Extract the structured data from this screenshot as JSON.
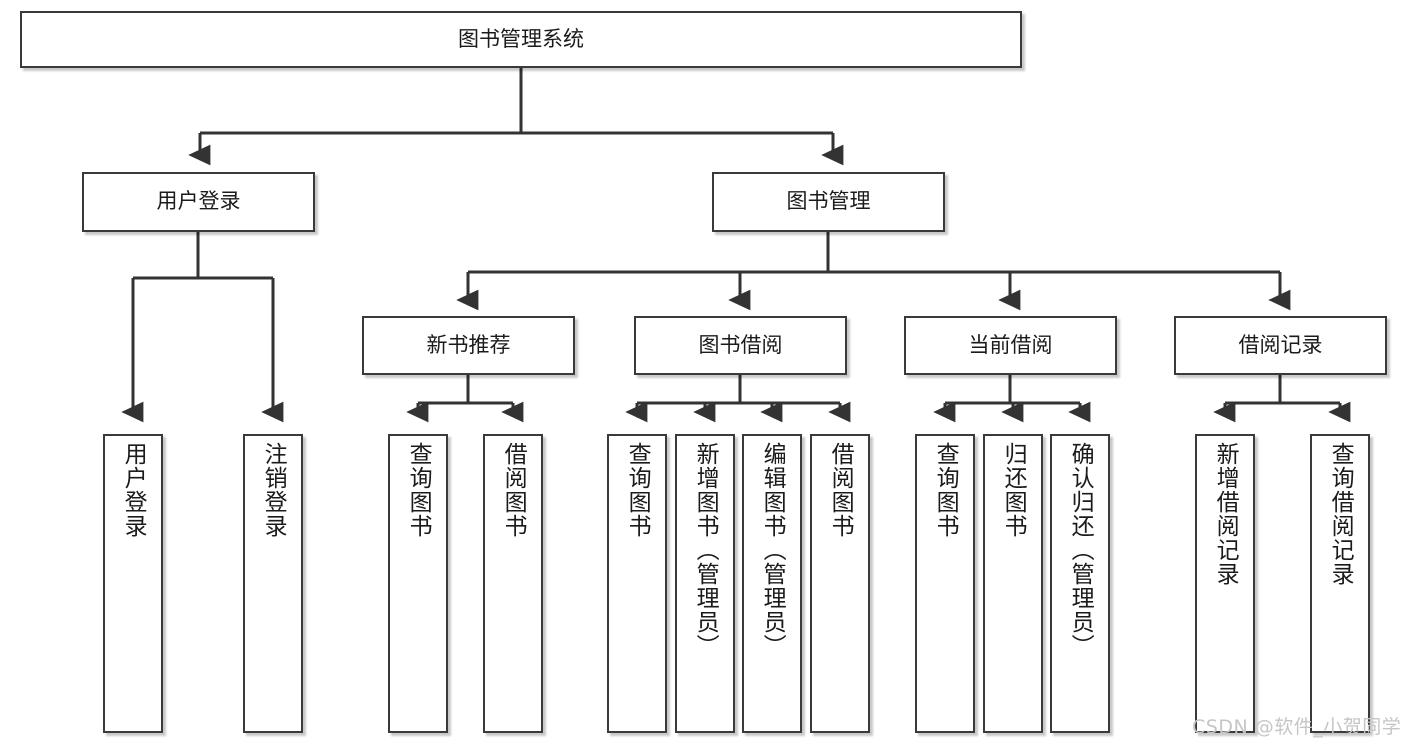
{
  "diagram": {
    "title": "图书管理系统",
    "watermark": "CSDN @软件_小贺同学",
    "colors": {
      "box_border": "#3a3a3a",
      "connector": "#333333",
      "background": "#ffffff",
      "text": "#1b1b1b",
      "watermark": "#c6c6c6"
    },
    "nodes": {
      "root": {
        "label": "图书管理系统"
      },
      "level2": [
        {
          "label": "用户登录"
        },
        {
          "label": "图书管理"
        }
      ],
      "level3": [
        {
          "label": "新书推荐"
        },
        {
          "label": "图书借阅"
        },
        {
          "label": "当前借阅"
        },
        {
          "label": "借阅记录"
        }
      ],
      "leaves": {
        "user_login": [
          {
            "label": "用户登录"
          },
          {
            "label": "注销登录"
          }
        ],
        "new_book": [
          {
            "label": "查询图书"
          },
          {
            "label": "借阅图书"
          }
        ],
        "book_borrow": [
          {
            "label": "查询图书"
          },
          {
            "label": "新增图书（管理员）"
          },
          {
            "label": "编辑图书（管理员）"
          },
          {
            "label": "借阅图书"
          }
        ],
        "current_borrow": [
          {
            "label": "查询图书"
          },
          {
            "label": "归还图书"
          },
          {
            "label": "确认归还（管理员）"
          }
        ],
        "borrow_record": [
          {
            "label": "新增借阅记录"
          },
          {
            "label": "查询借阅记录"
          }
        ]
      }
    }
  }
}
